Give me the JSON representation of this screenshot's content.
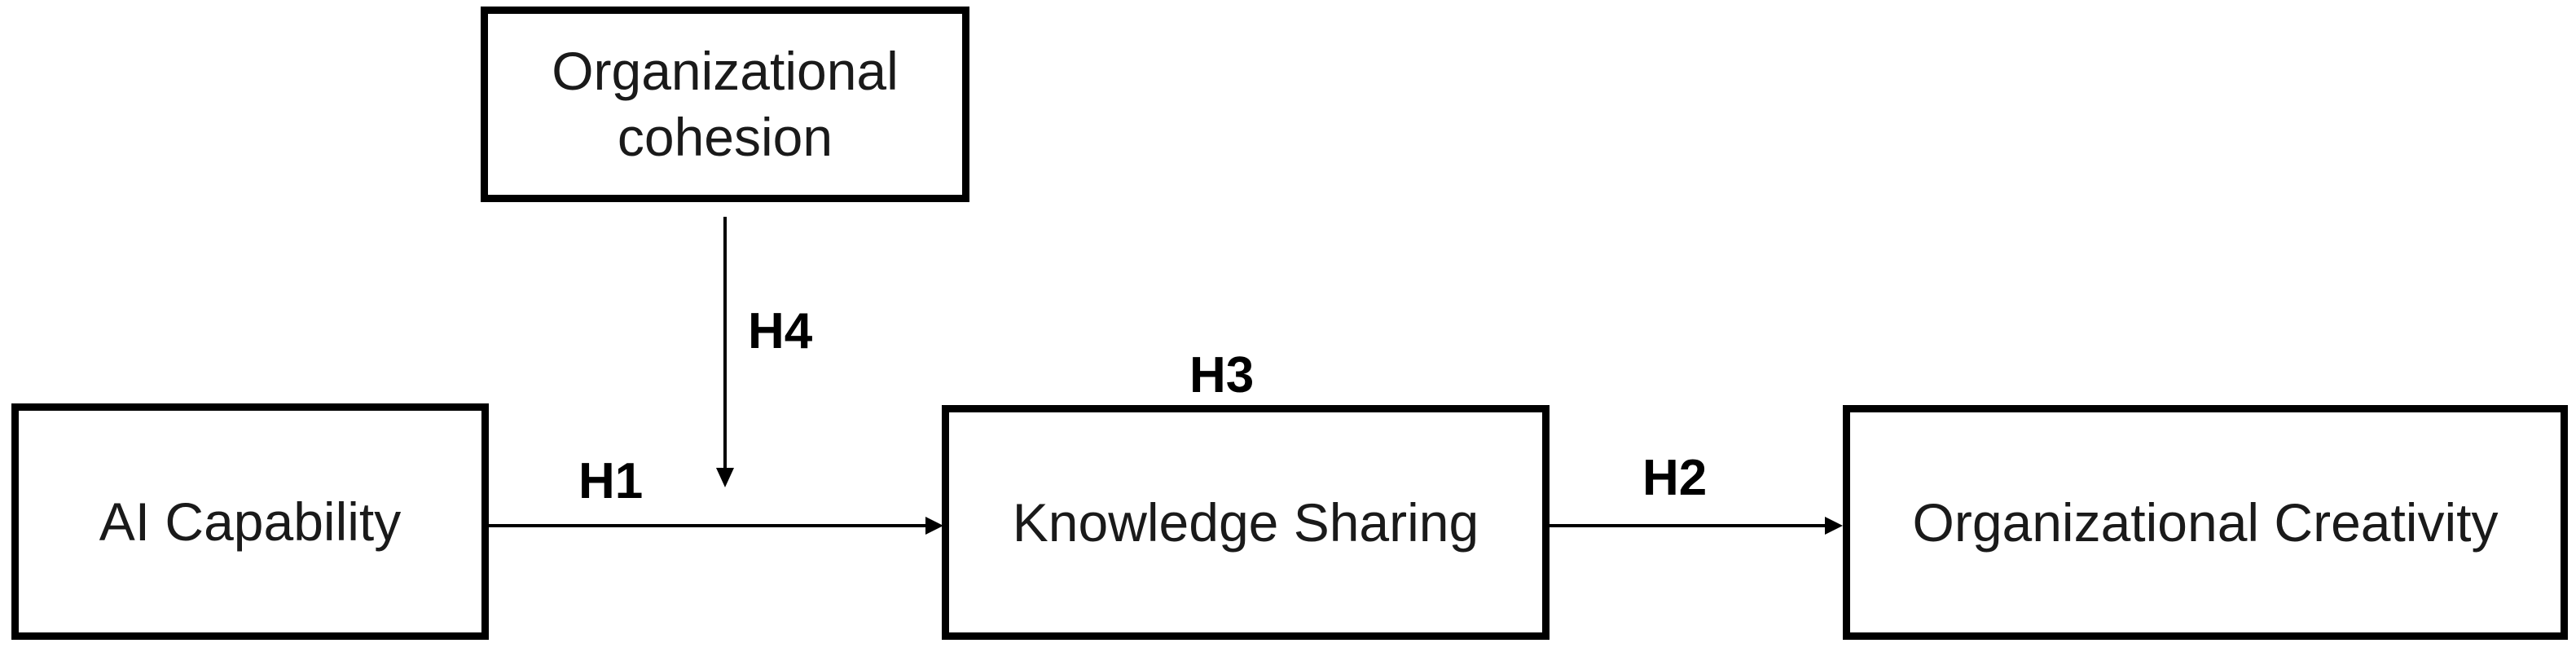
{
  "nodes": {
    "cohesion": [
      "Organizational",
      "cohesion"
    ],
    "ai_capability": "AI Capability",
    "knowledge_sharing": "Knowledge Sharing",
    "organizational_creativity": "Organizational Creativity"
  },
  "hypotheses": {
    "h1": "H1",
    "h2": "H2",
    "h3": "H3",
    "h4": "H4"
  },
  "colors": {
    "line": "#000000",
    "text": "#1a1a1a"
  }
}
